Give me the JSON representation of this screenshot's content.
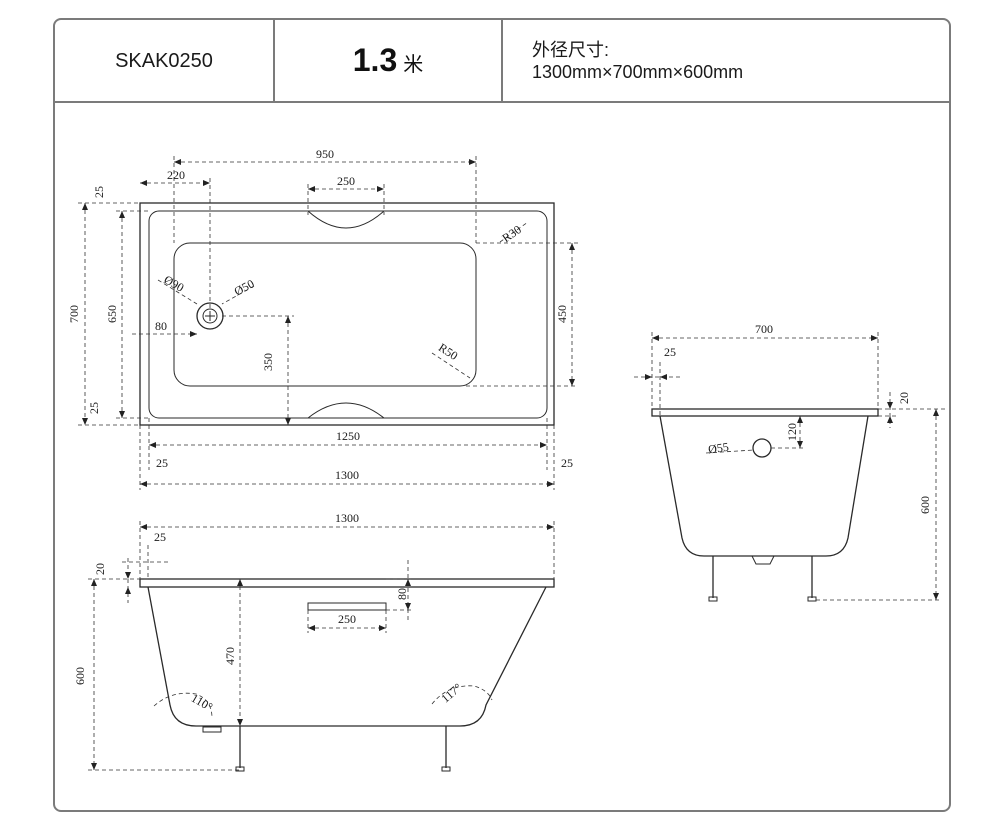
{
  "header": {
    "model_code": "SKAK0250",
    "length_number": "1.3",
    "length_unit": "米",
    "dimensions_label": "外径尺寸:",
    "dimensions_value": "1300mm×700mm×600mm"
  },
  "top_view": {
    "overall_length": "1300",
    "inner_length": "1250",
    "width": "700",
    "inner_width": "650",
    "rim_left": "25",
    "rim_right": "25",
    "rim_top": "25",
    "rim_bottom": "25",
    "basin_length": "950",
    "drain_offset": "220",
    "handle_width": "250",
    "basin_width": "450",
    "drain_from_side": "80",
    "drain_height": "350",
    "corner_radius_outer": "R30",
    "corner_radius_inner": "R50",
    "drain_diameter": "Ø90",
    "drain_inner_diameter": "Ø50"
  },
  "front_view": {
    "overall_length": "1300",
    "rim_width": "25",
    "rim_thickness": "20",
    "height": "600",
    "depth": "470",
    "handle_height": "80",
    "handle_width": "250",
    "angle_left": "110°",
    "angle_right": "117°"
  },
  "side_view": {
    "width": "700",
    "rim_width": "25",
    "rim_thickness": "20",
    "overflow_height": "120",
    "overflow_diameter": "Ø55",
    "height": "600"
  }
}
